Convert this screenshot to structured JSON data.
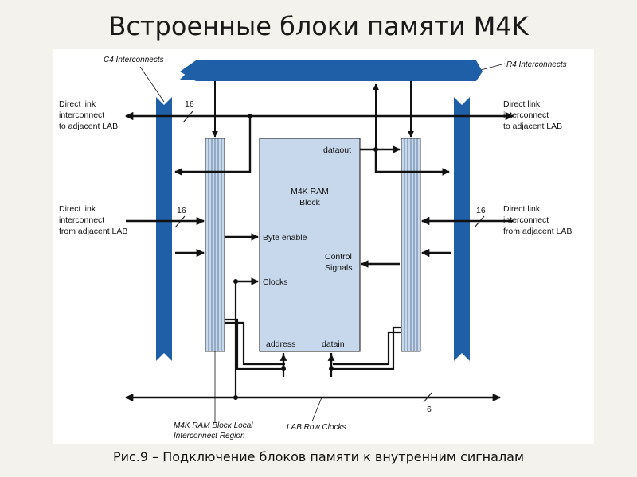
{
  "title": "Встроенные блоки памяти M4K",
  "caption": "Рис.9 – Подключение блоков памяти к внутренним сигналам",
  "colors": {
    "interconnect_blue": "#1f5fa8",
    "ram_block_fill": "#c7d8ec",
    "line": "#111111"
  },
  "diagram": {
    "c4_label": "C4 Interconnects",
    "r4_label": "R4 Interconnects",
    "left_top_label": [
      "Direct link",
      "interconnect",
      "to adjacent LAB"
    ],
    "right_top_label": [
      "Direct link",
      "interconnect",
      "to adjacent LAB"
    ],
    "left_mid_label": [
      "Direct link",
      "interconnect",
      "from adjacent LAB"
    ],
    "right_mid_label": [
      "Direct link",
      "interconnect",
      "from adjacent LAB"
    ],
    "bus_width_top": "16",
    "bus_width_left": "16",
    "bus_width_right": "16",
    "bus_width_bottom": "6",
    "ram_block_label": [
      "M4K RAM",
      "Block"
    ],
    "port_dataout": "dataout",
    "port_byte_enable": "Byte enable",
    "port_clocks": "Clocks",
    "port_control": [
      "Control",
      "Signals"
    ],
    "port_address": "address",
    "port_datain": "datain",
    "local_interconnect_label": [
      "M4K RAM Block Local",
      "Interconnect Region"
    ],
    "lab_row_clocks_label": "LAB Row Clocks"
  }
}
